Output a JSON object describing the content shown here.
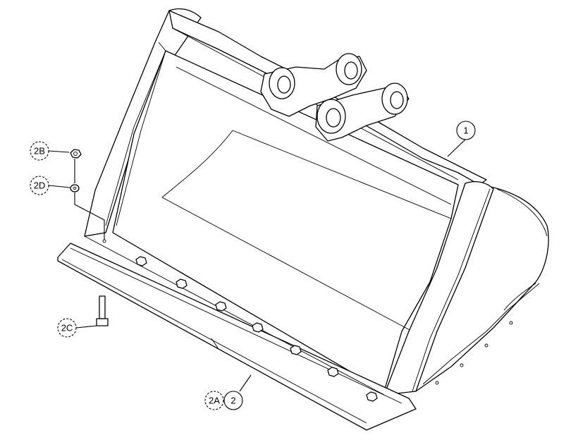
{
  "callouts": {
    "part_1": "1",
    "part_2": "2",
    "part_2a": "2A",
    "part_2b": "2B",
    "part_2c": "2C",
    "part_2d": "2D"
  }
}
